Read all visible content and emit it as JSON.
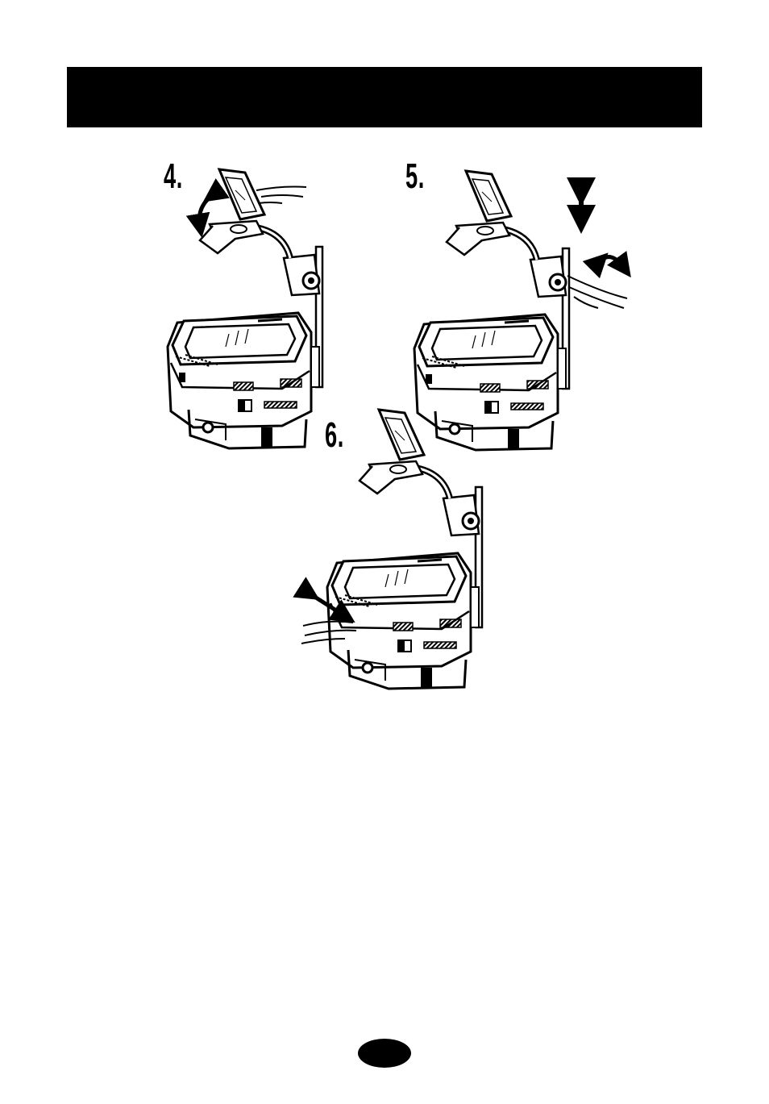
{
  "header": {
    "title": ""
  },
  "steps": [
    {
      "label": "4."
    },
    {
      "label": "5."
    },
    {
      "label": "6."
    }
  ],
  "page": {
    "number": ""
  },
  "icons": {
    "rotate_arrow": "curved-double-arrow-icon",
    "vertical_arrow": "vertical-double-arrow-icon",
    "horizontal_arrow": "diagonal-double-arrow-icon"
  }
}
